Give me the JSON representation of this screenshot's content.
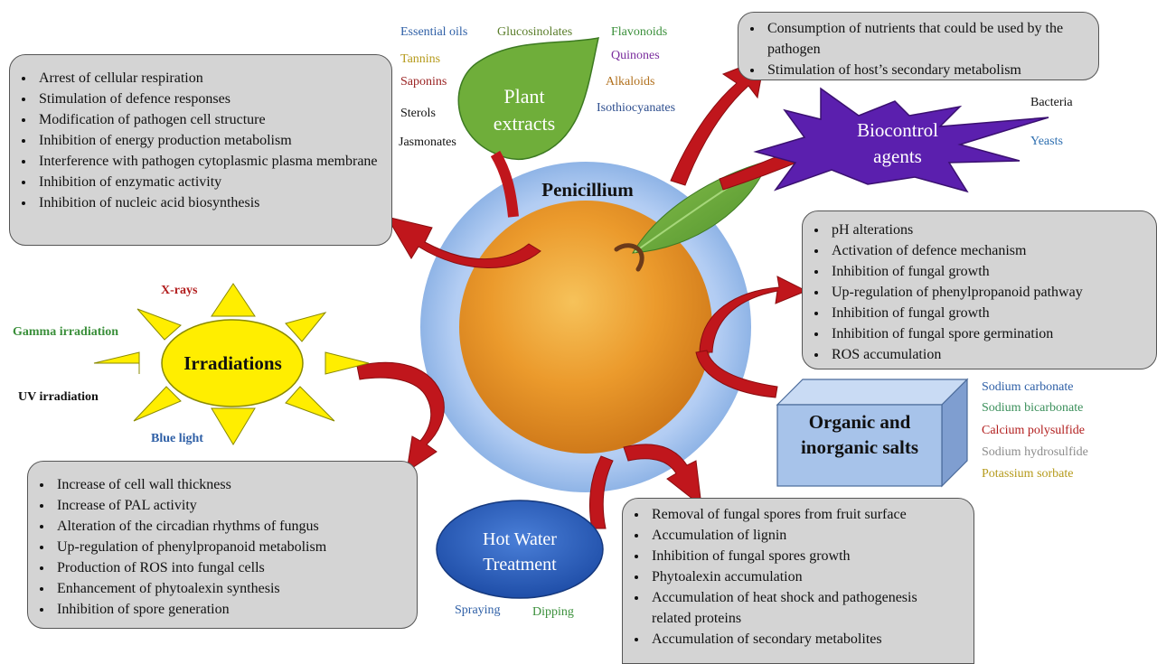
{
  "colors": {
    "arrow": "#c0161c",
    "box": "#d4d4d4",
    "leaf": "#6fae3a",
    "orange": "#e28c24",
    "halo": "#8fb4e6",
    "biocontrol": "#5b1fae",
    "salt_box": "#a7c3ea",
    "hot_water": "#2b5bbb",
    "sun": "#ffee00"
  },
  "center": {
    "title": "Penicillium"
  },
  "plant_extracts": {
    "title_line1": "Plant",
    "title_line2": "extracts",
    "compounds": [
      {
        "text": "Essential oils",
        "color": "#2e5fa6"
      },
      {
        "text": "Glucosinolates",
        "color": "#5a7d2a"
      },
      {
        "text": "Flavonoids",
        "color": "#3a8f3a"
      },
      {
        "text": "Tannins",
        "color": "#b59a1b"
      },
      {
        "text": "Quinones",
        "color": "#7a2d9e"
      },
      {
        "text": "Saponins",
        "color": "#9a2222"
      },
      {
        "text": "Alkaloids",
        "color": "#b1701d"
      },
      {
        "text": "Sterols",
        "color": "#111111"
      },
      {
        "text": "Isothiocyanates",
        "color": "#2f4f8f"
      },
      {
        "text": "Jasmonates",
        "color": "#111111"
      }
    ],
    "effects": [
      "Arrest of cellular respiration",
      "Stimulation of defence responses",
      "Modification of pathogen cell structure",
      "Inhibition of energy production metabolism",
      "Interference with pathogen cytoplasmic plasma membrane",
      "Inhibition of enzymatic activity",
      "Inhibition of nucleic acid biosynthesis"
    ]
  },
  "biocontrol": {
    "title_line1": "Biocontrol",
    "title_line2": "agents",
    "types": [
      {
        "text": "Bacteria",
        "color": "#111111"
      },
      {
        "text": "Yeasts",
        "color": "#2e6fb0"
      }
    ],
    "effects": [
      "Consumption of nutrients that could be used by the pathogen",
      "Stimulation of host’s secondary metabolism"
    ]
  },
  "salts": {
    "title_line1": "Organic and",
    "title_line2": "inorganic salts",
    "types": [
      {
        "text": "Sodium carbonate",
        "color": "#2e5fa6"
      },
      {
        "text": "Sodium bicarbonate",
        "color": "#3a8f5a"
      },
      {
        "text": "Calcium polysulfide",
        "color": "#b21e1e"
      },
      {
        "text": "Sodium hydrosulfide",
        "color": "#8c8c8c"
      },
      {
        "text": "Potassium sorbate",
        "color": "#b59a1b"
      }
    ],
    "effects": [
      "pH alterations",
      "Activation of defence mechanism",
      "Inhibition of fungal growth",
      "Up-regulation of phenylpropanoid pathway",
      "Inhibition of fungal growth",
      "Inhibition of fungal spore germination",
      "ROS accumulation"
    ]
  },
  "irradiations": {
    "title": "Irradiations",
    "types": [
      {
        "text": "X-rays",
        "color": "#b21e1e"
      },
      {
        "text": "Gamma irradiation",
        "color": "#3a8f3a"
      },
      {
        "text": "UV irradiation",
        "color": "#111111"
      },
      {
        "text": "Blue light",
        "color": "#2e5fa6"
      }
    ],
    "effects": [
      "Increase of cell wall thickness",
      "Increase of PAL activity",
      "Alteration of the circadian rhythms of fungus",
      "Up-regulation of phenylpropanoid metabolism",
      "Production of ROS into fungal cells",
      "Enhancement of phytoalexin synthesis",
      "Inhibition of spore generation"
    ]
  },
  "hot_water": {
    "title_line1": "Hot Water",
    "title_line2": "Treatment",
    "methods": [
      {
        "text": "Spraying",
        "color": "#2e5fa6"
      },
      {
        "text": "Dipping",
        "color": "#3a8f3a"
      }
    ],
    "effects": [
      "Removal of fungal spores from fruit surface",
      "Accumulation of lignin",
      "Inhibition of fungal spores growth",
      "Phytoalexin accumulation",
      "Accumulation of heat shock and pathogenesis related proteins",
      "Accumulation of secondary metabolites"
    ]
  }
}
